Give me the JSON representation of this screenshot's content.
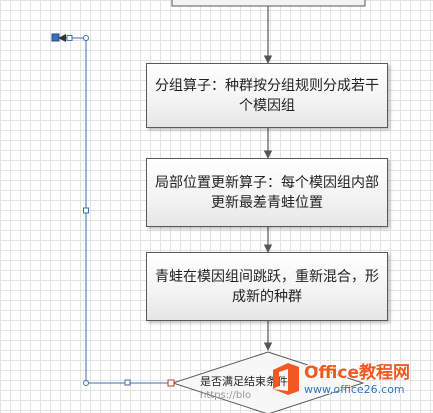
{
  "steps": {
    "grouping": "分组算子：种群按分组规则分成若干个模因组",
    "local_update": "局部位置更新算子：每个模因组内部更新最差青蛙位置",
    "jump": "青蛙在模因组间跳跃，重新混合，形成新的种群"
  },
  "decision": {
    "label": "是否满足结束条件"
  },
  "watermarks": {
    "faint": "https://blo",
    "logo_main": "Office教程网",
    "logo_url": "www.office26.com"
  },
  "colors": {
    "connector": "#555555",
    "selected_line": "#3b6fb6",
    "handle_fill": "#ffffff",
    "logo_orange": "#f05a22",
    "logo_blue": "#2a74c4"
  }
}
